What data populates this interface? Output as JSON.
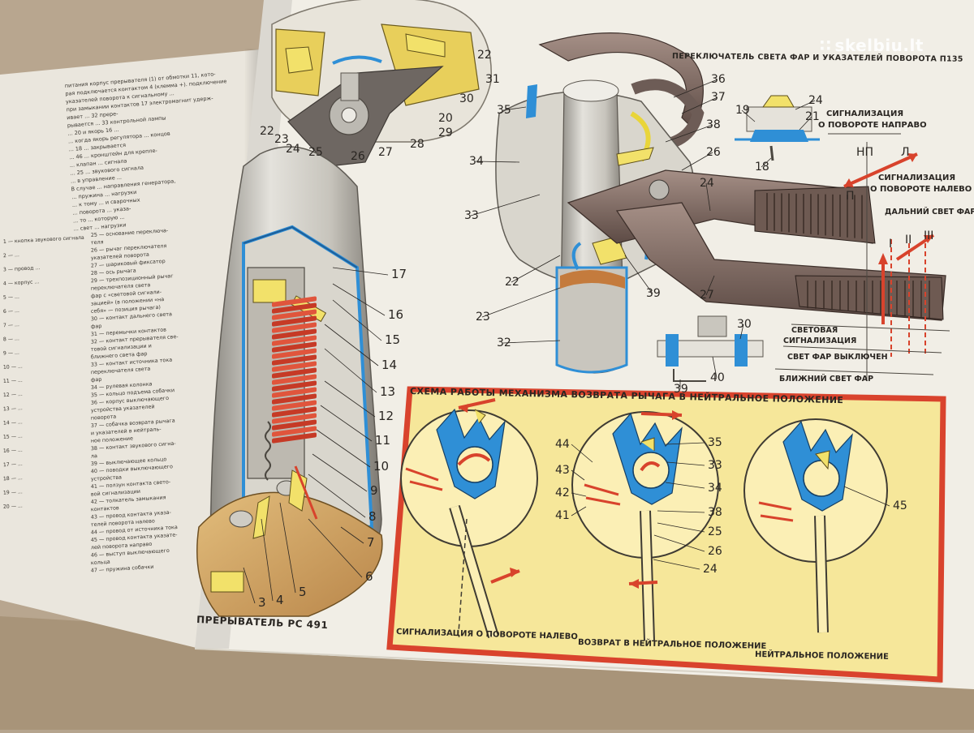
{
  "watermark": "skelbiu.lt",
  "top_right_title": "ПЕРЕКЛЮЧАТЕЛЬ СВЕТА ФАР И УКАЗАТЕЛЕЙ ПОВОРОТА П135",
  "relay_caption": "ПРЕРЫВАТЕЛЬ РС 491",
  "scheme_title": "СХЕМА РАБОТЫ МЕХАНИЗМА ВОЗВРАТА РЫЧАГА В НЕЙТРАЛЬНОЕ ПОЛОЖЕНИЕ",
  "scheme_captions": [
    "СИГНАЛИЗАЦИЯ О ПОВОРОТЕ НАЛЕВО",
    "ВОЗВРАТ В НЕЙТРАЛЬНОЕ ПОЛОЖЕНИЕ",
    "НЕЙТРАЛЬНОЕ ПОЛОЖЕНИЕ"
  ],
  "switch_labels": {
    "right_turn": [
      "СИГНАЛИЗАЦИЯ",
      "О ПОВОРОТЕ НАПРАВО"
    ],
    "np": "НП",
    "l": "Л",
    "p": "П",
    "left_turn": [
      "СИГНАЛИЗАЦИЯ",
      "О ПОВОРОТЕ НАЛЕВО"
    ],
    "high_beam": "ДАЛЬНИЙ СВЕТ ФАР",
    "pos_1": "I",
    "pos_2": "II",
    "pos_3": "III",
    "light_signal": [
      "СВЕТОВАЯ",
      "СИГНАЛИЗАЦИЯ"
    ],
    "lights_off": "СВЕТ ФАР ВЫКЛЮЧЕН",
    "low_beam": "БЛИЖНИЙ СВЕТ ФАР"
  },
  "relay_numbers": [
    "17",
    "16",
    "15",
    "14",
    "13",
    "12",
    "11",
    "10",
    "9",
    "8",
    "7",
    "6",
    "5",
    "4",
    "3"
  ],
  "switch_numbers": [
    "36",
    "37",
    "24",
    "19",
    "21",
    "18",
    "35",
    "34",
    "38",
    "26",
    "33",
    "22",
    "24",
    "27",
    "23",
    "39",
    "32",
    "30",
    "39",
    "40"
  ],
  "top_numbers": [
    "22",
    "31",
    "30",
    "20",
    "29",
    "28",
    "27",
    "26",
    "25",
    "24",
    "23",
    "22"
  ],
  "scheme_numbers": [
    "44",
    "43",
    "42",
    "41",
    "35",
    "33",
    "34",
    "38",
    "25",
    "26",
    "24",
    "45"
  ],
  "left_page_text": [
    "питания корпус прерывателя (1) от обмотки 11, кото-",
    "рая подключается контактом 4 (клемма +). подключение",
    "указателей поворота к сигнальному ...",
    "при замыкании контактов 17 электромагнит удерж-",
    "ивает ... 32 прере-",
    "рывается ... 33 контрольной лампы",
    "... 20 и якорь 16 ...",
    "... когда якорь регулятора ... концов",
    "... 18 ... закрывается",
    "... 46 ... кронштейн для крепле-",
    "... клапан ... сигнала",
    "... 25 ... звукового сигнала",
    "... в управление ...",
    "В случае ... направления генератора,",
    "... пружина ... нагрузки",
    "... к тому ... и сварочных",
    "... поворота ... указа-",
    "... то ... которую ...",
    "... свет ... нагрузки"
  ],
  "legend_left": [
    "1 — кнопка звукового сигнала",
    "2 — ...",
    "3 — провод ...",
    "4 — корпус ...",
    "5 — ...",
    "6 — ...",
    "7 — ...",
    "8 — ...",
    "9 — ...",
    "10 — ...",
    "11 — ...",
    "12 — ...",
    "13 — ...",
    "14 — ...",
    "15 — ...",
    "16 — ...",
    "17 — ...",
    "18 — ...",
    "19 — ...",
    "20 — ..."
  ],
  "legend_right": [
    "25 — основание переключа-",
    "теля",
    "26 — рычаг переключателя",
    "указателей поворота",
    "27 — шариковый фиксатор",
    "28 — ось рычага",
    "29 — трехпозиционный рычаг",
    "переключателя света",
    "фар с «световой сигнали-",
    "зацией» (в положении «на",
    "себя» — позиция рычага)",
    "30 — контакт дальнего света",
    "фар",
    "31 — перемычки контактов",
    "32 — контакт прерывателя све-",
    "товой сигнализации и",
    "ближнего света фар",
    "33 — контакт источника тока",
    "переключателя света",
    "фар",
    "34 — рулевая колонка",
    "35 — кольцо подъема собачки",
    "36 — корпус выключающего",
    "устройства указателей",
    "поворота",
    "37 — собачка возврата рычага",
    "и указателей в нейтраль-",
    "ное положение",
    "38 — контакт звукового сигна-",
    "ла",
    "39 — выключающее кольцо",
    "40 — поводки выключающего",
    "устройства",
    "41 — ползун контакта свето-",
    "вой сигнализации",
    "42 — толкатель замыкания",
    "контактов",
    "43 — провод контакта указа-",
    "телей поворота налево",
    "44 — провод от источника тока",
    "45 — провод контакта указате-",
    "лей поворота направо",
    "46 — выступ выключающего",
    "кольца",
    "47 — пружина собачки"
  ],
  "colors": {
    "paper": "#eeeae0",
    "panel_fill": "#f6e79a",
    "panel_border": "#d9432d",
    "accent_blue": "#2f8fd6",
    "accent_yellow": "#e9d53a",
    "coil_red": "#d8432c",
    "body_grey": "#b9b6ad"
  }
}
